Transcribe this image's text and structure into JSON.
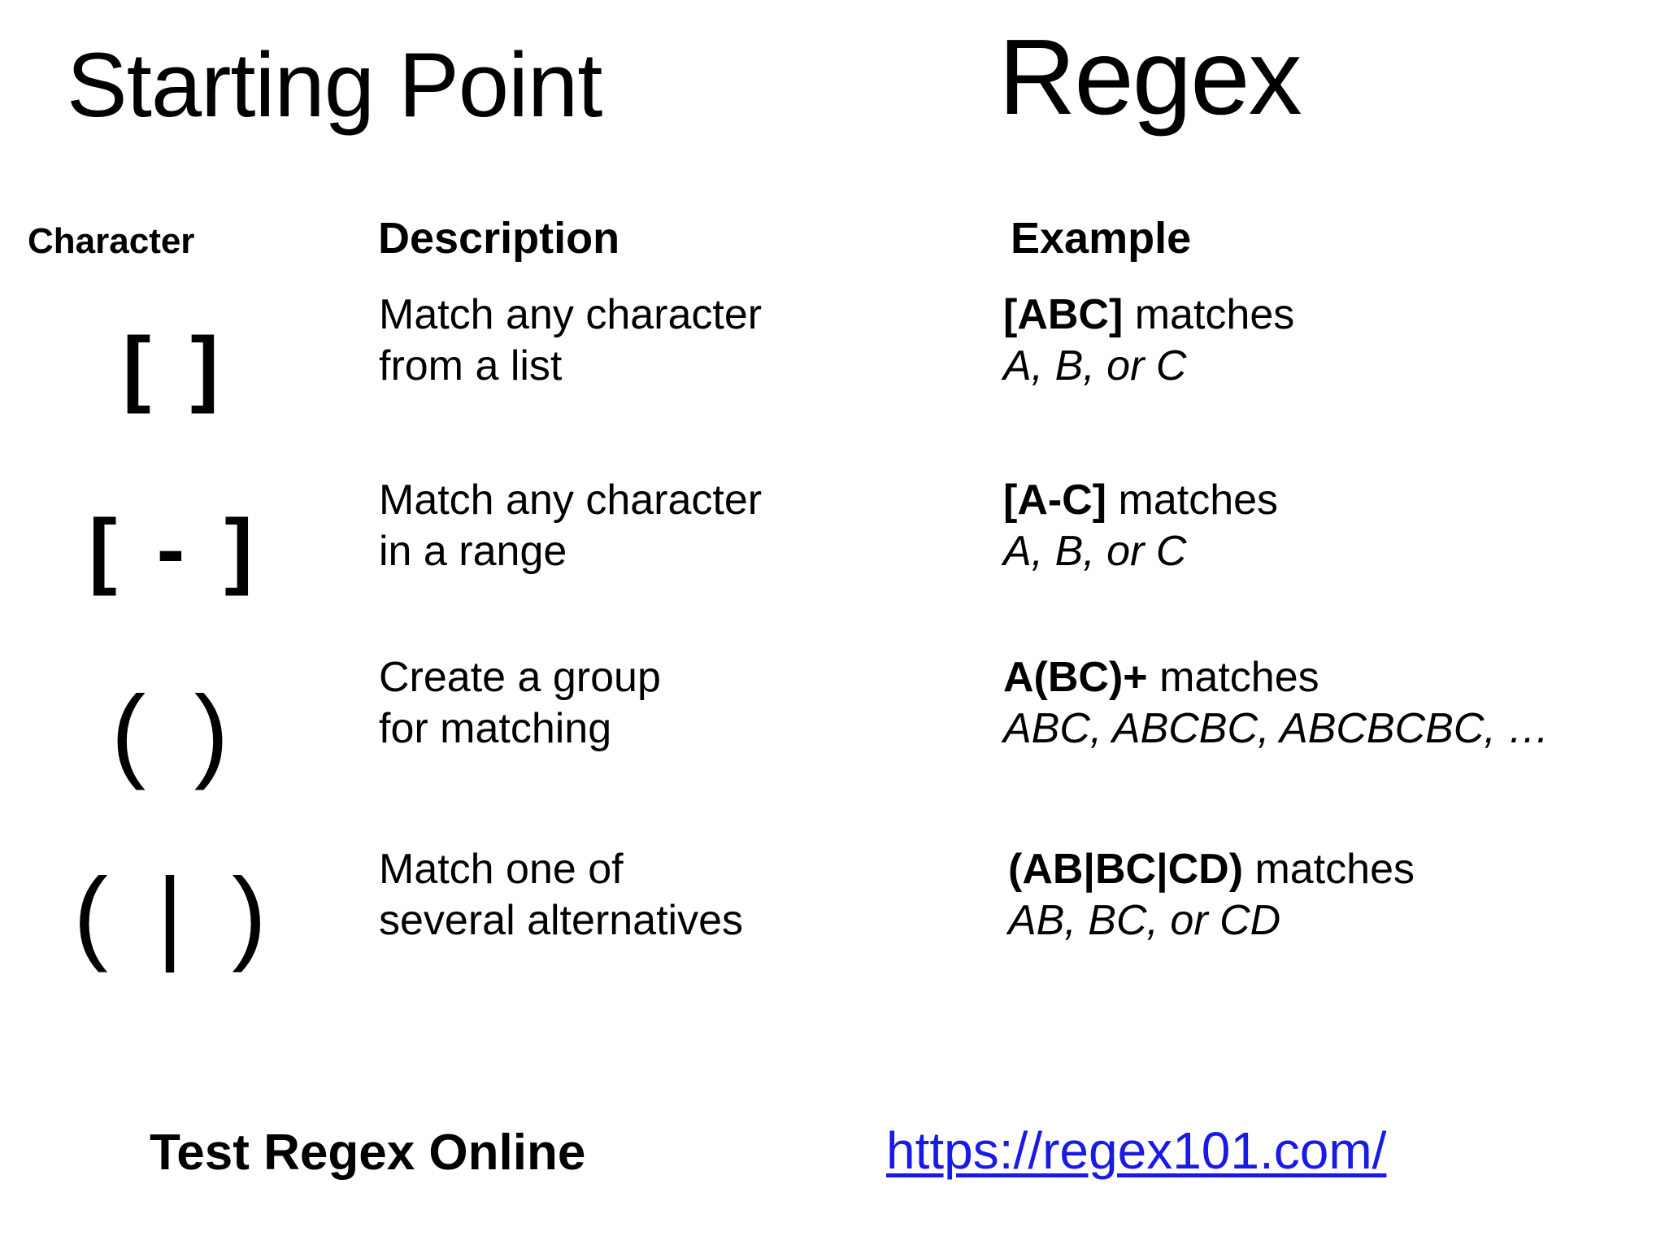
{
  "slide": {
    "title_left": "Starting Point",
    "title_right": "Regex"
  },
  "table": {
    "headers": {
      "character": "Character",
      "description": "Description",
      "example": "Example"
    },
    "rows": [
      {
        "character": "[ ]",
        "char_style": "bold-bracket",
        "description_line1": "Match any character",
        "description_line2": "from a list",
        "example_pattern": "[ABC]",
        "example_verb": " matches",
        "example_result": "A, B, or C"
      },
      {
        "character": "[ - ]",
        "char_style": "bold-bracket",
        "description_line1": "Match any character",
        "description_line2": "in a range",
        "example_pattern": "[A-C]",
        "example_verb": " matches",
        "example_result": "A, B, or C"
      },
      {
        "character": "( )",
        "char_style": "regular-paren",
        "description_line1": "Create a group",
        "description_line2": "for matching",
        "example_pattern": "A(BC)+",
        "example_verb": " matches",
        "example_result": "ABC, ABCBC, ABCBCBC, …"
      },
      {
        "character": "( | )",
        "char_style": "regular-paren",
        "description_line1": "Match one of",
        "description_line2": "several alternatives",
        "example_pattern": "(AB|BC|CD)",
        "example_verb": " matches",
        "example_result": "AB, BC, or CD"
      }
    ]
  },
  "footer": {
    "label": "Test Regex Online",
    "link_text": "https://regex101.com/",
    "link_color": "#1A1AE6"
  },
  "colors": {
    "background": "#FFFFFF",
    "text": "#000000",
    "link": "#1A1AE6"
  }
}
